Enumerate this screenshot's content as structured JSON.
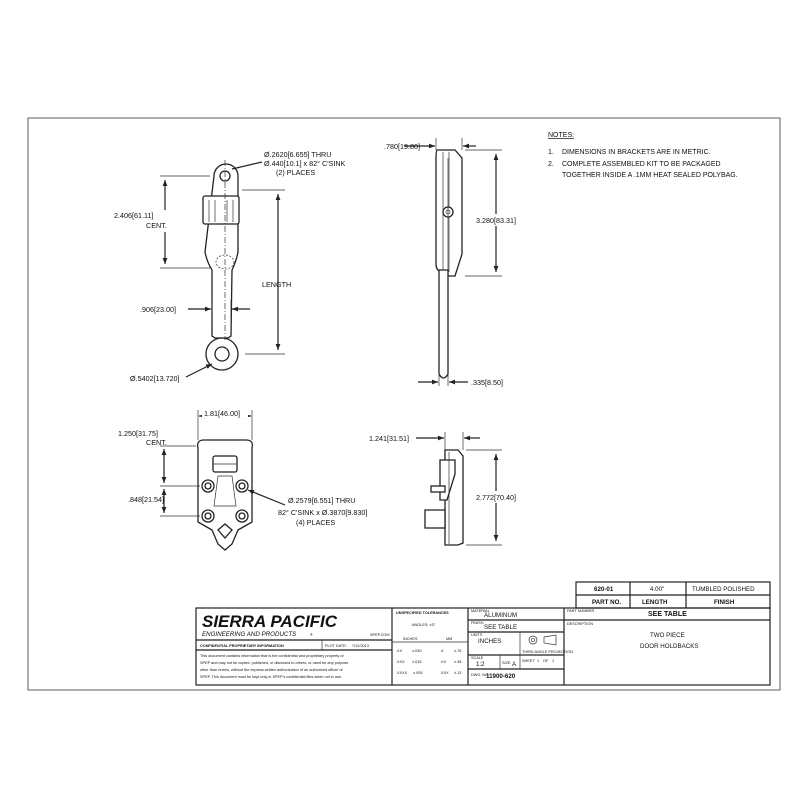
{
  "notes": {
    "heading": "NOTES:",
    "items": [
      {
        "num": "1.",
        "lines": [
          "DIMENSIONS IN BRACKETS ARE IN METRIC."
        ]
      },
      {
        "num": "2.",
        "lines": [
          "COMPLETE ASSEMBLED KIT TO BE PACKAGED",
          "TOGETHER INSIDE A .1MM HEAT SEALED POLYBAG."
        ]
      }
    ]
  },
  "views": {
    "front": {
      "hole_callout": [
        "Ø.2620[6.655] THRU",
        "Ø.440[10.1] x 82° C'SINK",
        "(2) PLACES"
      ],
      "cent_dim": [
        "2.406[61.11]",
        "CENT."
      ],
      "length_label": "LENGTH",
      "width_dim": ".906[23.00]",
      "eye_dim": "Ø.5402[13.720]"
    },
    "side": {
      "top_dim": ".780[19.80]",
      "height_dim": "3.280[83.31]",
      "bottom_dim": ".335[8.50]"
    },
    "catch_front": {
      "width_dim": "1.81[46.00]",
      "cent_dim": [
        "1.250[31.75]",
        "CENT."
      ],
      "small_dim": ".848[21.54]",
      "hole_callout": [
        "Ø.2579[6.551] THRU",
        "82° C'SINK  x  Ø.3870[9.830]",
        "(4) PLACES"
      ]
    },
    "catch_side": {
      "top_dim": "1.241[31.51]",
      "height_dim": "2.772[70.40]"
    }
  },
  "variant_table": {
    "row": {
      "part_no": "620-01",
      "length": "4.00\"",
      "finish": "TUMBLED POLISHED"
    },
    "headers": {
      "part_no": "PART NO.",
      "length": "LENGTH",
      "finish": "FINISH"
    }
  },
  "title_block": {
    "company": "SIERRA PACIFIC",
    "company_sub": "ENGINEERING AND PRODUCTS",
    "registered": "®",
    "website": "SPEP.COM",
    "confidential_label": "CONFIDENTIAL PROPRIETARY INFORMATION",
    "plot_date_label": "PLOT DATE:",
    "plot_date": "7/12/2013",
    "confidential_text": [
      "This document contains information that is the confidential and proprietary property of",
      "SPEP and may not be copied, published, or disclosed to others, or used for any purpose",
      "other than review, without the express written authorization of an authorized officer of",
      "SPEP. This document must be kept only in SPEP's confidential files when not in use."
    ],
    "tolerances": {
      "title": "UNSPECIFIED TOLERANCES",
      "angles": "ANGLES: ±3°",
      "inches_label": "INCHES",
      "mm_label": "MM",
      "rows": [
        {
          "in": ".XX",
          "in_tol": "±.030",
          "mm": ".X",
          "mm_tol": "±.76"
        },
        {
          "in": ".XXX",
          "in_tol": "±.015",
          "mm": ".XX",
          "mm_tol": "±.38"
        },
        {
          "in": ".XXXX",
          "in_tol": "±.005",
          "mm": ".XXX",
          "mm_tol": "±.13"
        }
      ]
    },
    "material_label": "MATERIAL",
    "material": "ALUMINUM",
    "finish_label": "FINISH",
    "finish": "SEE TABLE",
    "units_label": "UNITS",
    "units": "INCHES",
    "projection_label": "THIRD ANGLE PROJECTION",
    "scale_label": "SCALE",
    "scale": "1:2",
    "size_label": "SIZE",
    "size": "A",
    "sheet_label": "SHEET",
    "sheet": "1",
    "of_label": "OF",
    "sheet_total": "1",
    "dwg_label": "DWG. NO.",
    "dwg_no": "11900-620",
    "part_number_label": "PART NUMBER",
    "part_number": "SEE TABLE",
    "description_label": "DESCRIPTION",
    "description": [
      "TWO PIECE",
      "DOOR HOLDBACKS"
    ]
  }
}
